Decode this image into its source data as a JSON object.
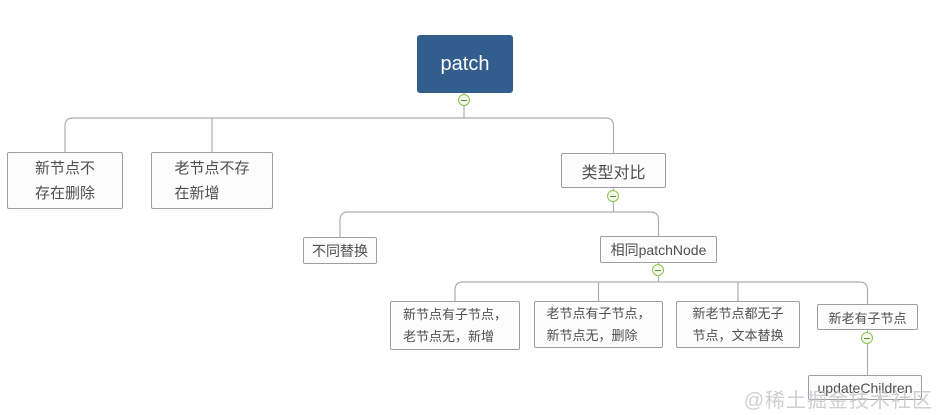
{
  "diagram": {
    "title": "patch mind map",
    "nodes": {
      "root": {
        "label": "patch"
      },
      "new_absent": {
        "label": "新节点不\n存在删除"
      },
      "old_absent": {
        "label": "老节点不存\n在新增"
      },
      "type_compare": {
        "label": "类型对比"
      },
      "different": {
        "label": "不同替换"
      },
      "same": {
        "label": "相同patchNode"
      },
      "new_has_child": {
        "label": "新节点有子节点，\n老节点无，新增"
      },
      "old_has_child": {
        "label": "老节点有子节点，\n新节点无，删除"
      },
      "both_no_child": {
        "label": "新老节点都无子\n节点，文本替换"
      },
      "both_have_child": {
        "label": "新老有子节点"
      },
      "update_children": {
        "label": "updateChildren"
      }
    },
    "watermark": "@稀土掘金技术社区",
    "icons": {
      "collapse": "minus-circle"
    }
  },
  "colors": {
    "root_bg": "#315e8c",
    "root_text": "#ffffff",
    "node_bg": "#fcfcfc",
    "node_border": "#9e9e9e",
    "node_text": "#4f4f4f",
    "line": "#aeaeae",
    "collapse_border": "#8cc152",
    "collapse_fill": "#f2f9e9",
    "collapse_glyph": "#5b9426",
    "watermark_color": "#c7c7cb"
  }
}
